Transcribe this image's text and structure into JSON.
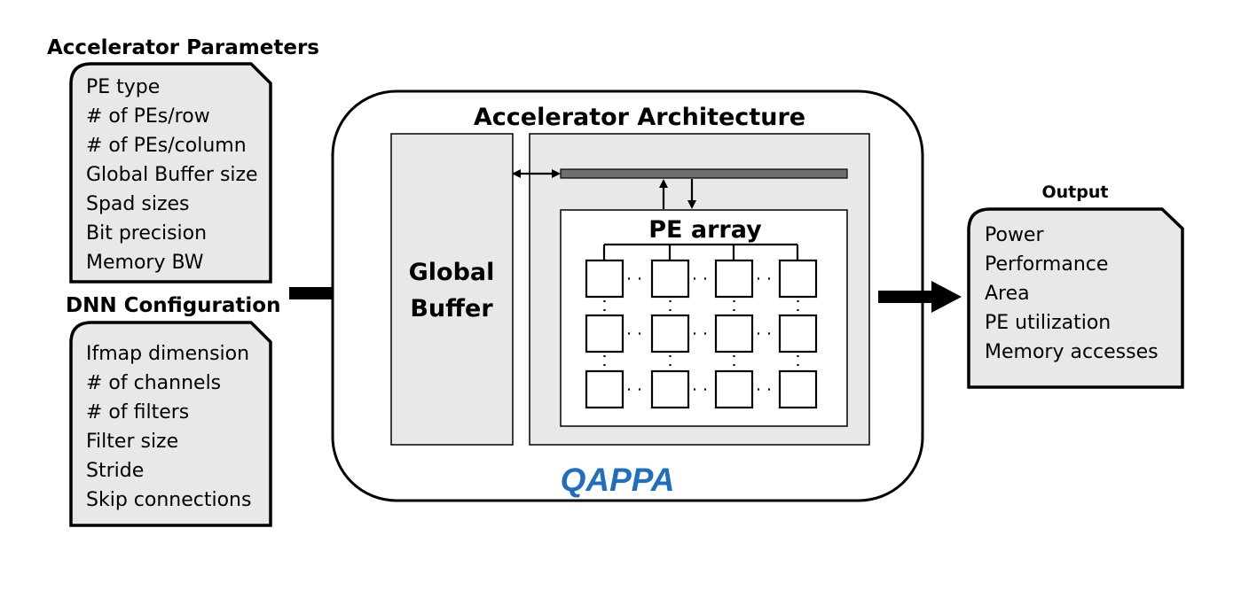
{
  "left_panel": {
    "accel_params": {
      "heading": "Accelerator Parameters",
      "items": [
        "PE type",
        "# of PEs/row",
        "# of PEs/column",
        "Global Buffer size",
        "Spad sizes",
        "Bit precision",
        "Memory BW"
      ]
    },
    "dnn_config": {
      "heading": "DNN Configuration",
      "items": [
        "Ifmap dimension",
        "# of channels",
        "# of filters",
        "Filter size",
        "Stride",
        "Skip connections"
      ]
    }
  },
  "center": {
    "title": "Accelerator Architecture",
    "global_buffer_line1": "Global",
    "global_buffer_line2": "Buffer",
    "pe_array_label": "PE array",
    "brand": "QAPPA",
    "brand_color": "#1f6fbf",
    "pe_grid": {
      "rows": 3,
      "cols": 4
    }
  },
  "output": {
    "heading": "Output",
    "items": [
      "Power",
      "Performance",
      "Area",
      "PE utilization",
      "Memory accesses"
    ]
  },
  "colors": {
    "panel_fill": "#e8e8e8",
    "bus_fill": "#6f6f6f",
    "stroke": "#000000"
  }
}
